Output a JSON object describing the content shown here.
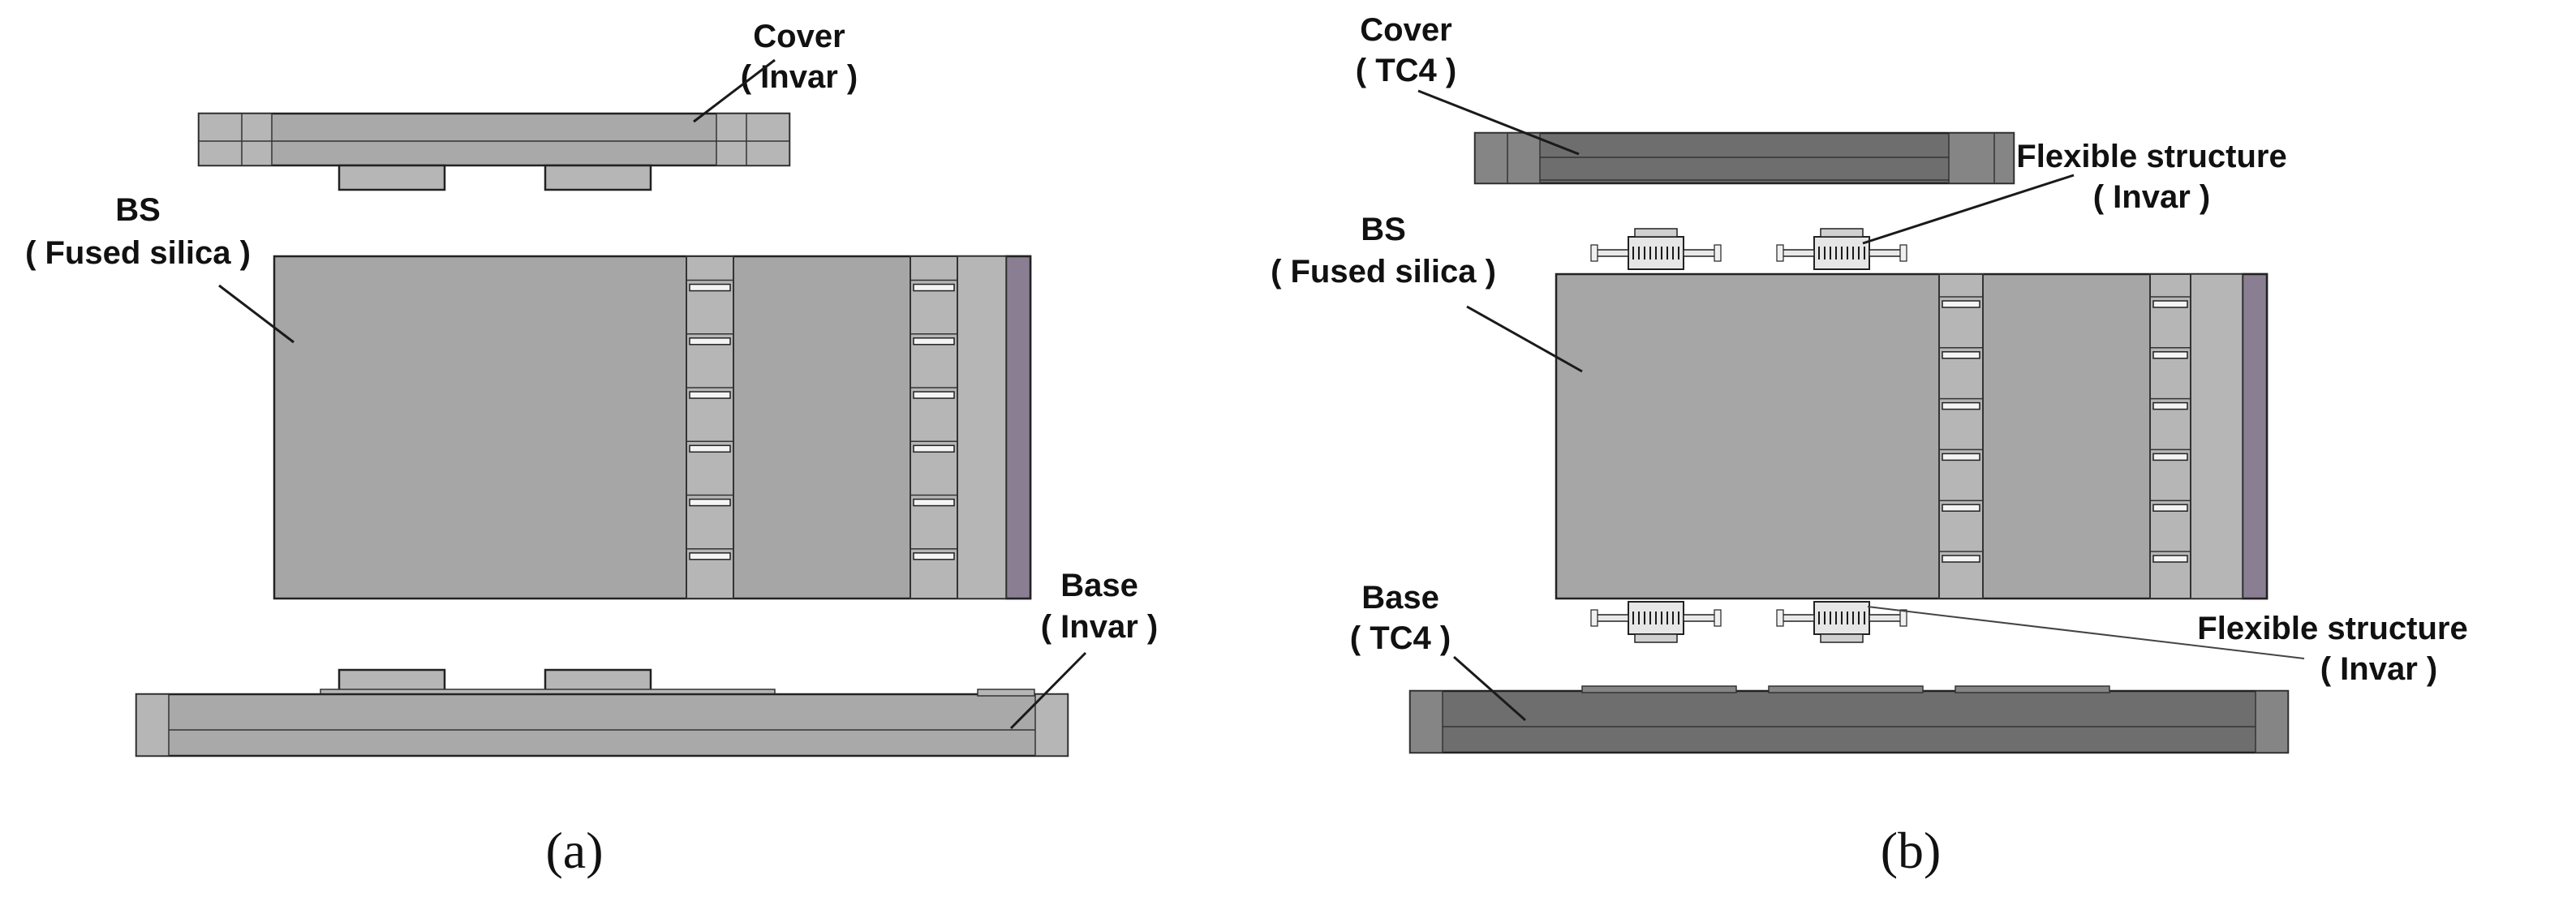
{
  "figure": {
    "panel_a": {
      "caption": "(a)",
      "labels": {
        "cover": [
          "Cover",
          "( Invar )"
        ],
        "bs": [
          "BS",
          "( Fused silica )"
        ],
        "base": [
          "Base",
          "( Invar )"
        ]
      }
    },
    "panel_b": {
      "caption": "(b)",
      "labels": {
        "cover": [
          "Cover",
          "( TC4 )"
        ],
        "flex_top": [
          "Flexible structure",
          "( Invar )"
        ],
        "bs": [
          "BS",
          "( Fused silica )"
        ],
        "base": [
          "Base",
          "( TC4 )"
        ],
        "flex_bottom": [
          "Flexible structure",
          "( Invar )"
        ]
      }
    },
    "colors": {
      "invar": "#a9a9a9",
      "invar_light": "#b6b6b6",
      "fused_silica": "#a6a6a6",
      "tc4": "#6e6e6e",
      "tc4_light": "#858585",
      "slab_purple": "#8a7f92",
      "flex_white": "#e6e6e6",
      "outline": "#222222"
    }
  }
}
